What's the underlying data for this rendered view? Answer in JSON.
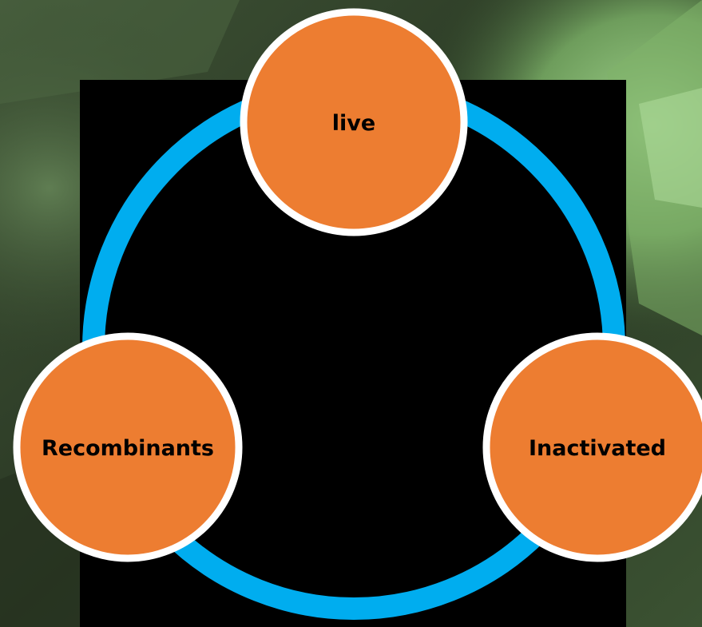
{
  "colors": {
    "ring": "#00adef",
    "node_fill": "#ed7d31",
    "node_border": "#ffffff",
    "panel": "#000000",
    "label": "#000000"
  },
  "nodes": [
    {
      "id": "live",
      "label": "live"
    },
    {
      "id": "recombinants",
      "label": "Recombinants"
    },
    {
      "id": "inactivated",
      "label": "Inactivated"
    }
  ]
}
